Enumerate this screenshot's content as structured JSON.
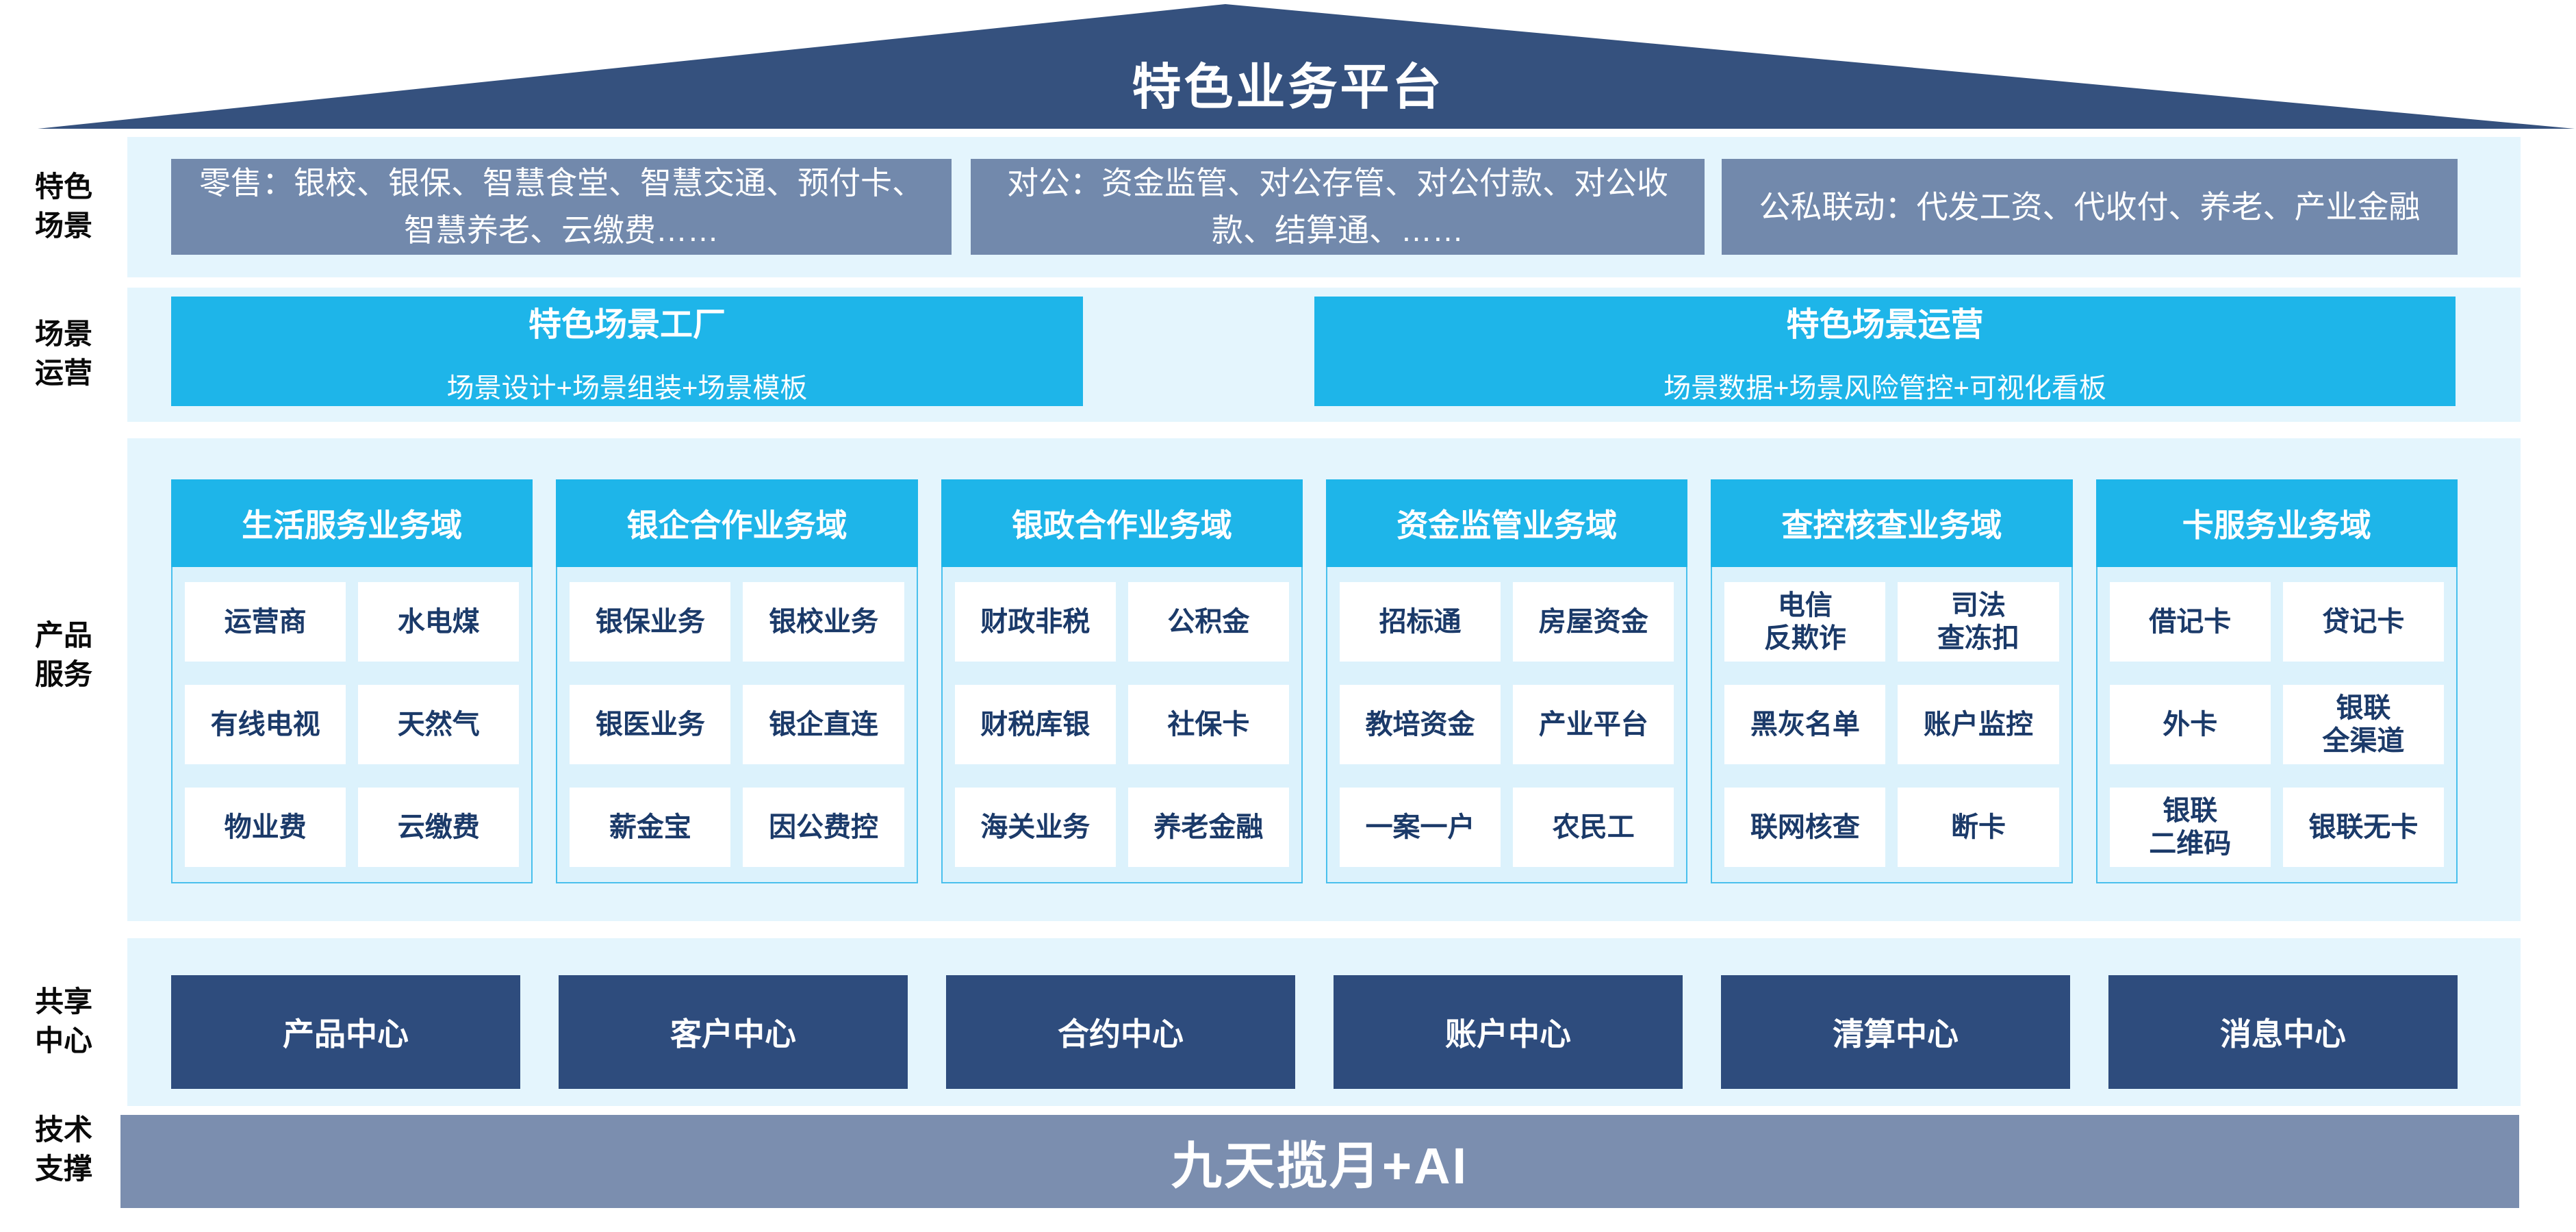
{
  "roof": {
    "title": "特色业务平台"
  },
  "scenes": {
    "label": "特色\n场景",
    "boxes": [
      "零售：银校、银保、智慧食堂、智慧交通、预付卡、智慧养老、云缴费……",
      "对公：资金监管、对公存管、对公付款、对公收款、结算通、……",
      "公私联动：代发工资、代收付、养老、产业金融"
    ]
  },
  "operation": {
    "label": "场景\n运营",
    "boxes": [
      {
        "title": "特色场景工厂",
        "subtitle": "场景设计+场景组装+场景模板"
      },
      {
        "title": "特色场景运营",
        "subtitle": "场景数据+场景风险管控+可视化看板"
      }
    ]
  },
  "products": {
    "label": "产品\n服务",
    "domains": [
      {
        "title": "生活服务业务域",
        "items": [
          [
            "运营商",
            "水电煤"
          ],
          [
            "有线电视",
            "天然气"
          ],
          [
            "物业费",
            "云缴费"
          ]
        ]
      },
      {
        "title": "银企合作业务域",
        "items": [
          [
            "银保业务",
            "银校业务"
          ],
          [
            "银医业务",
            "银企直连"
          ],
          [
            "薪金宝",
            "因公费控"
          ]
        ]
      },
      {
        "title": "银政合作业务域",
        "items": [
          [
            "财政非税",
            "公积金"
          ],
          [
            "财税库银",
            "社保卡"
          ],
          [
            "海关业务",
            "养老金融"
          ]
        ]
      },
      {
        "title": "资金监管业务域",
        "items": [
          [
            "招标通",
            "房屋资金"
          ],
          [
            "教培资金",
            "产业平台"
          ],
          [
            "一案一户",
            "农民工"
          ]
        ]
      },
      {
        "title": "查控核查业务域",
        "items": [
          [
            "电信\n反欺诈",
            "司法\n查冻扣"
          ],
          [
            "黑灰名单",
            "账户监控"
          ],
          [
            "联网核查",
            "断卡"
          ]
        ]
      },
      {
        "title": "卡服务业务域",
        "items": [
          [
            "借记卡",
            "贷记卡"
          ],
          [
            "外卡",
            "银联\n全渠道"
          ],
          [
            "银联\n二维码",
            "银联无卡"
          ]
        ]
      }
    ]
  },
  "sharing": {
    "label": "共享\n中心",
    "centers": [
      "产品中心",
      "客户中心",
      "合约中心",
      "账户中心",
      "清算中心",
      "消息中心"
    ]
  },
  "tech": {
    "label": "技术\n支撑",
    "bar": "九天揽月+AI"
  },
  "colors": {
    "roof_navy": "#35517E",
    "scene_box_slate": "#7289AC",
    "accent_cyan": "#1EB5E9",
    "band_light_blue": "#E4F5FD",
    "domain_body_bg": "#DCF2FC",
    "domain_border": "#49C0ED",
    "item_text_navy": "#1B3A69",
    "center_box_navy": "#2E4C7D",
    "tech_bar_slate": "#7B8EAF"
  }
}
